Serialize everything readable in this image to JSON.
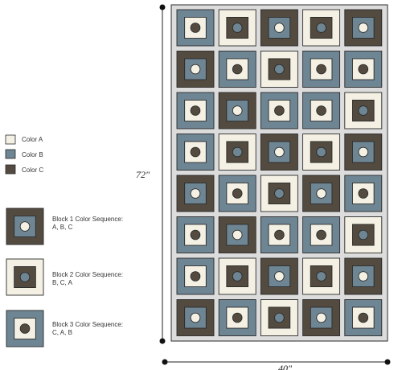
{
  "colors": {
    "color_a": "#f4f1e4",
    "color_b": "#6e8593",
    "color_c": "#544b40",
    "outline": "#2a2a2a",
    "quilt_background": "#dcdcdc"
  },
  "legend": {
    "color_a_label": "Color A",
    "color_b_label": "Color B",
    "color_c_label": "Color C"
  },
  "blocks": [
    {
      "title": "Block 1 Color Sequence:",
      "sequence": "A, B, C",
      "rings": [
        "C",
        "B",
        "A"
      ]
    },
    {
      "title": "Block 2 Color Sequence:",
      "sequence": "B, C, A",
      "rings": [
        "A",
        "C",
        "B"
      ]
    },
    {
      "title": "Block 3 Color Sequence:",
      "sequence": "C, A, B",
      "rings": [
        "B",
        "A",
        "C"
      ]
    }
  ],
  "dimensions": {
    "height_label": "72\"",
    "width_label": "40\""
  },
  "quilt": {
    "columns": 5,
    "rows": 8,
    "layout": [
      [
        3,
        2,
        1,
        2,
        1
      ],
      [
        1,
        3,
        2,
        3,
        3
      ],
      [
        3,
        1,
        3,
        3,
        2
      ],
      [
        3,
        2,
        1,
        2,
        1
      ],
      [
        1,
        3,
        2,
        1,
        3
      ],
      [
        3,
        1,
        3,
        3,
        2
      ],
      [
        3,
        2,
        1,
        2,
        1
      ],
      [
        1,
        3,
        2,
        1,
        3
      ]
    ]
  }
}
